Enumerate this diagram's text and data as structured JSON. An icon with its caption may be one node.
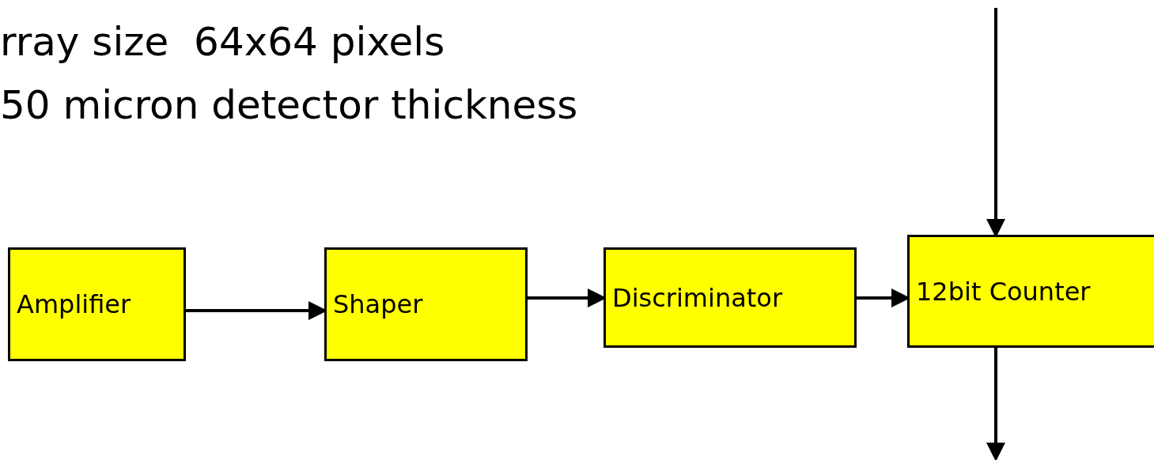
{
  "diagram": {
    "nodes": [
      {
        "text": [
          "Amplifier"
        ]
      },
      {
        "text": [
          "Shaper"
        ]
      },
      {
        "text": [
          "Discriminator"
        ]
      },
      {
        "text": [
          "12bit Counter"
        ]
      }
    ],
    "edges": [
      {
        "from": 0,
        "to": 1,
        "arrow": "to"
      },
      {
        "from": 1,
        "to": 2,
        "arrow": "to"
      },
      {
        "from": 2,
        "to": 3,
        "arrow": "to"
      },
      {
        "from": null,
        "to": 3,
        "arrow": "to"
      },
      {
        "from": 3,
        "to": null,
        "arrow": "to"
      }
    ],
    "labels": [
      "rray size  64x64 pixels",
      "50 micron detector thickness"
    ]
  }
}
